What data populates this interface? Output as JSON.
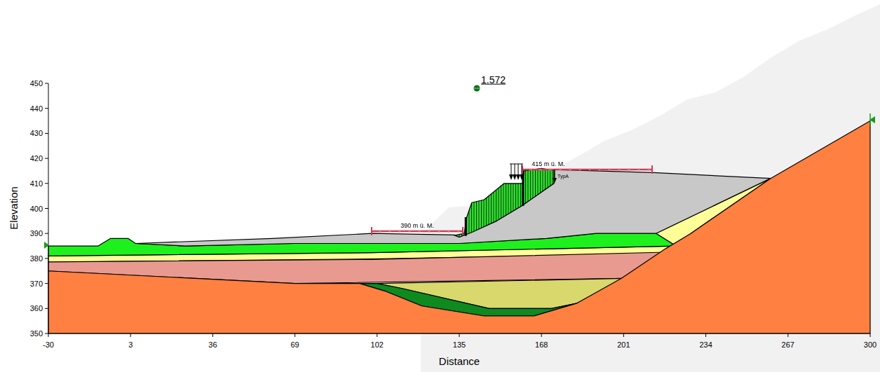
{
  "diagram": {
    "labels": [
      "1.572",
      "415 m ü. M.",
      "390 m ü. M.",
      "TypA",
      "450",
      "440",
      "430",
      "420",
      "410",
      "400",
      "390",
      "380",
      "370",
      "360",
      "350",
      "-30",
      "3",
      "36",
      "69",
      "102",
      "135",
      "168",
      "201",
      "234",
      "267",
      "300",
      "Elevation",
      "Distance"
    ]
  }
}
